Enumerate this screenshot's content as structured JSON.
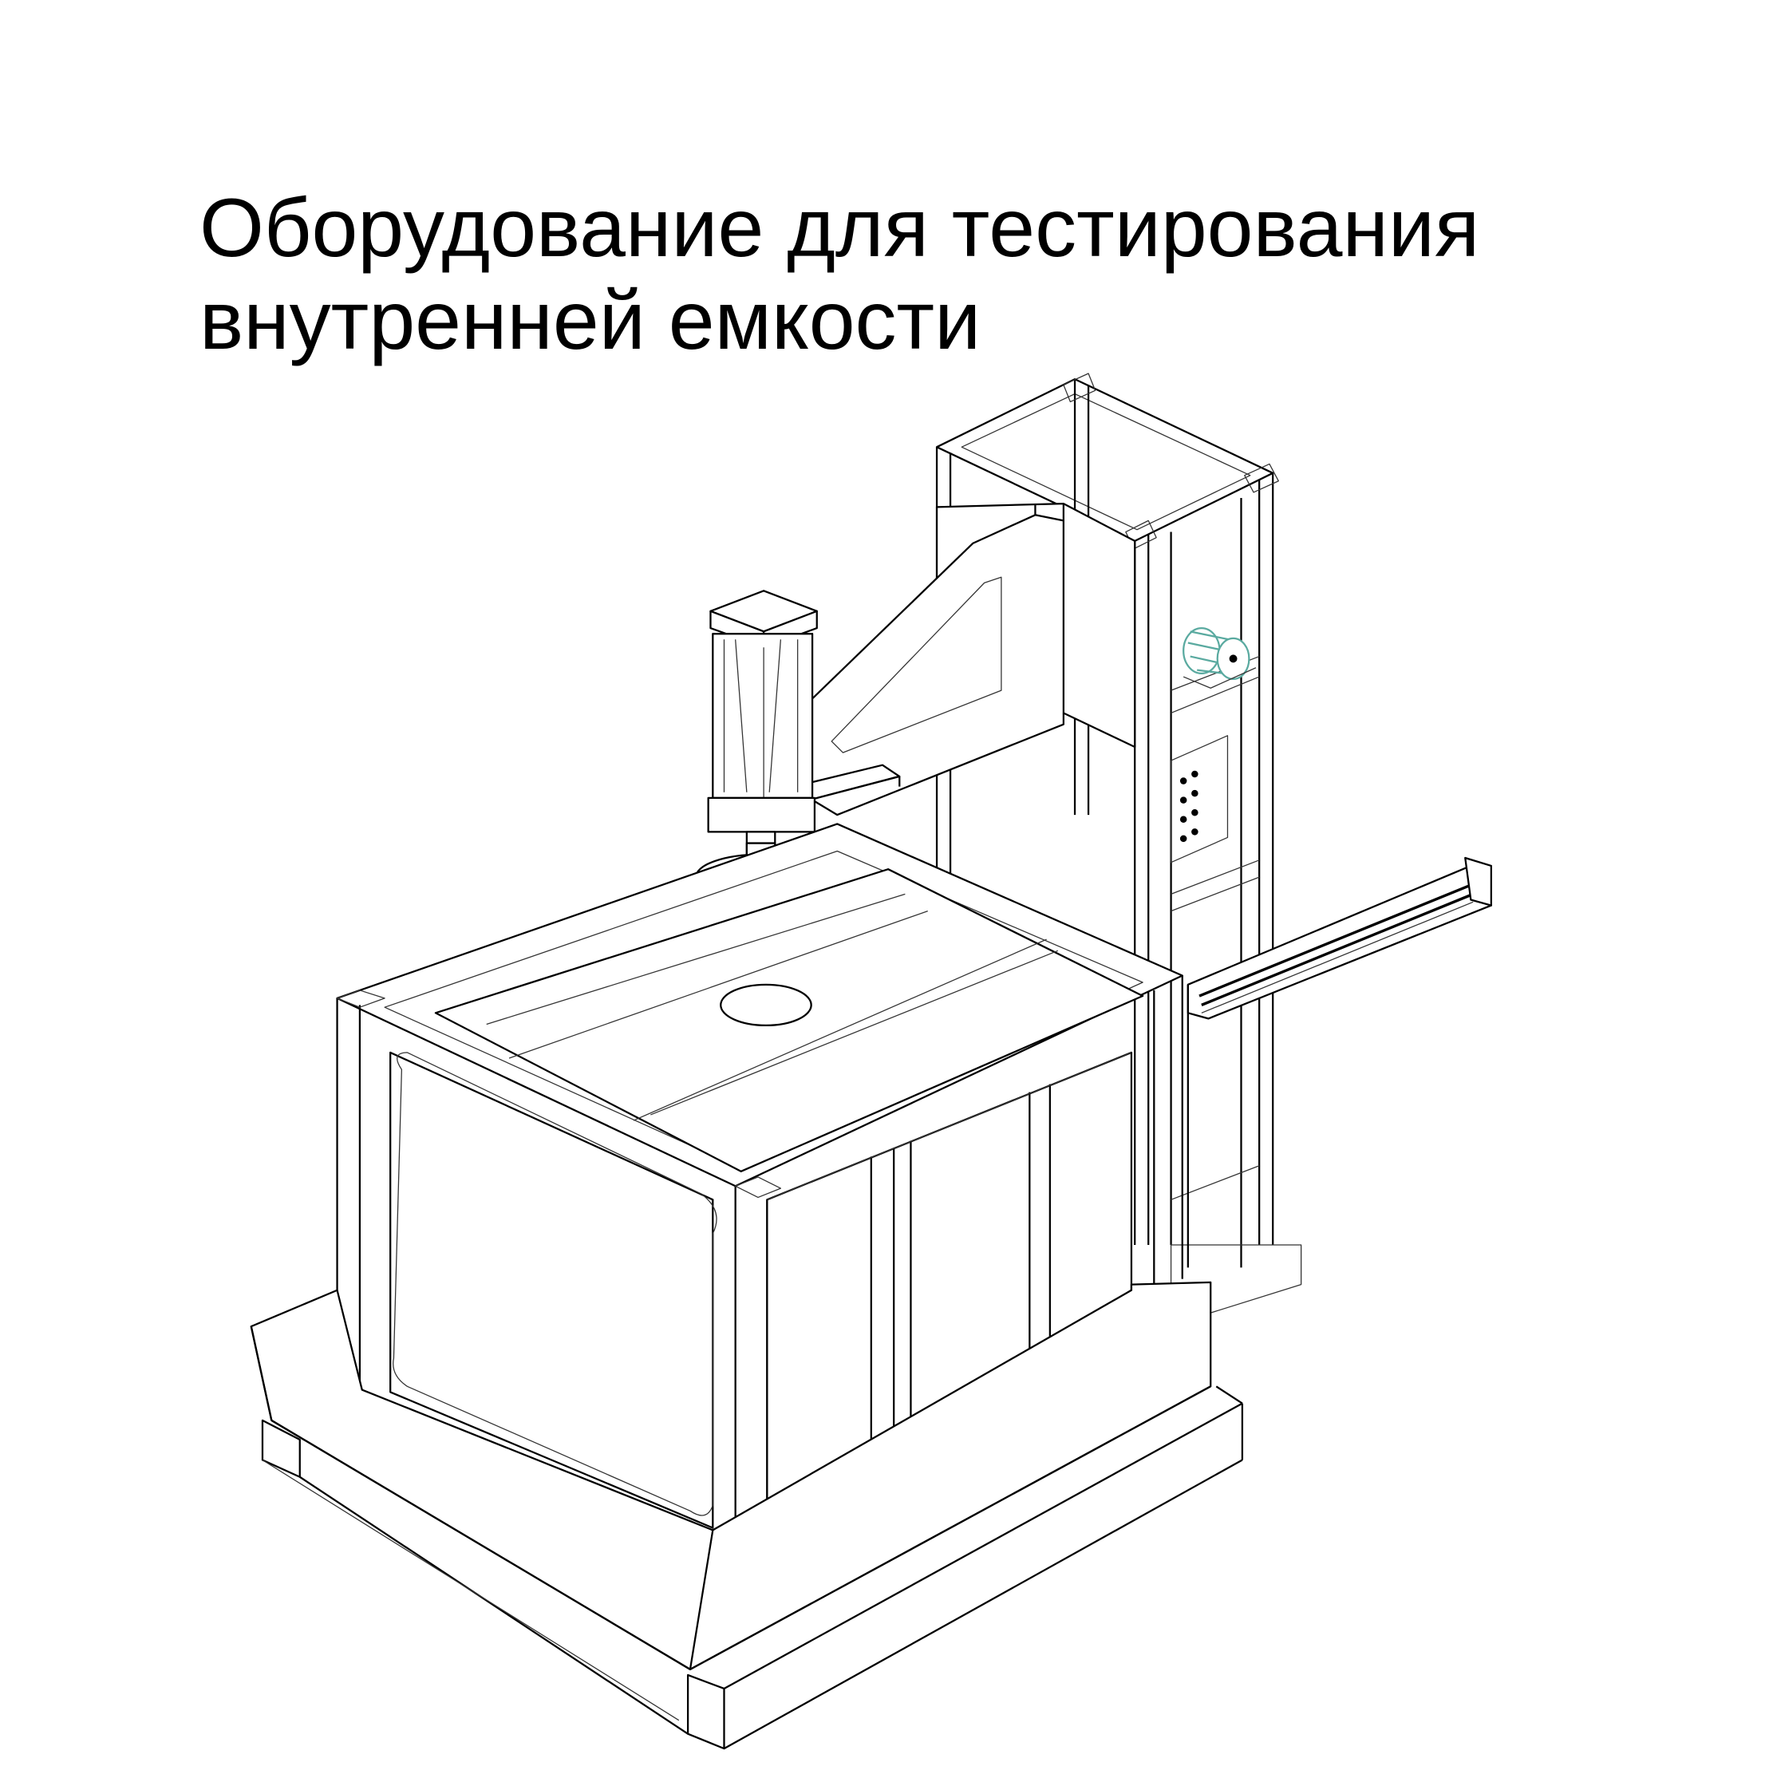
{
  "page": {
    "title_lines": [
      "Оборудование для тестирования",
      "внутренней емкости"
    ]
  },
  "figure": {
    "description": "Isometric line drawing of inner tank testing equipment",
    "components": [
      "base-pallet",
      "tank-housing-frame",
      "inner-tank",
      "tank-top-opening",
      "press-cylinder",
      "press-plate",
      "cantilever-arm",
      "lifting-tower",
      "motor-roller",
      "control-panel",
      "horizontal-linear-rail"
    ],
    "colors": {
      "line": "#000000",
      "accent_roller": "#5aaaa0",
      "background": "#ffffff"
    }
  }
}
